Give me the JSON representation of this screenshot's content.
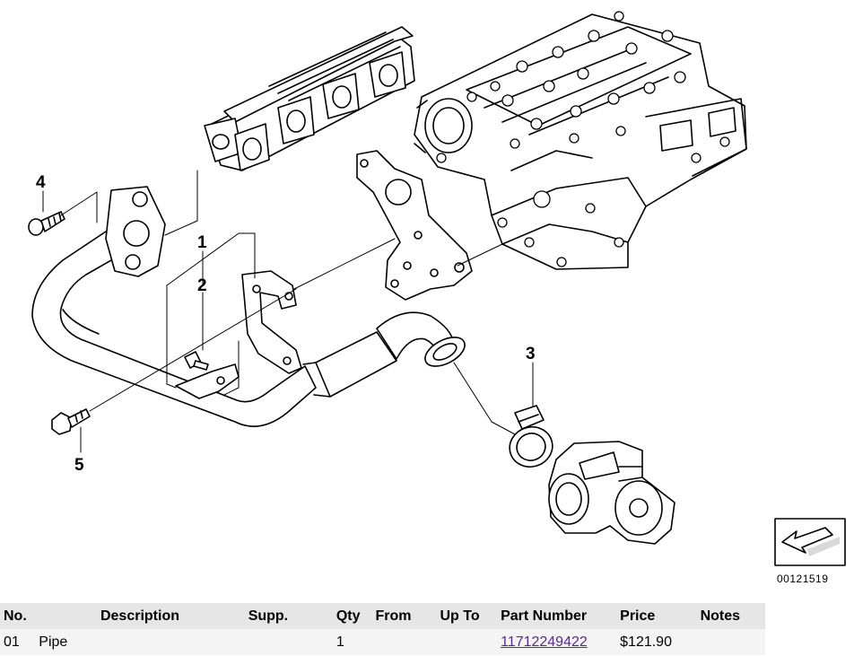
{
  "diagram": {
    "callouts": [
      "1",
      "2",
      "3",
      "4",
      "5"
    ],
    "image_id": "00121519",
    "nav_icon": "arrow-down-left-icon"
  },
  "table": {
    "headers": [
      "No.",
      "Description",
      "Supp.",
      "Qty",
      "From",
      "Up To",
      "Part Number",
      "Price",
      "Notes"
    ],
    "rows": [
      {
        "no": "01",
        "description": "Pipe",
        "supp": "",
        "qty": "1",
        "from": "",
        "up_to": "",
        "part_number": "11712249422",
        "price": "$121.90",
        "notes": ""
      }
    ]
  },
  "colors": {
    "link": "#5a2a8a",
    "header_bg": "#e6e6e6",
    "row_bg": "#f4f4f4"
  }
}
